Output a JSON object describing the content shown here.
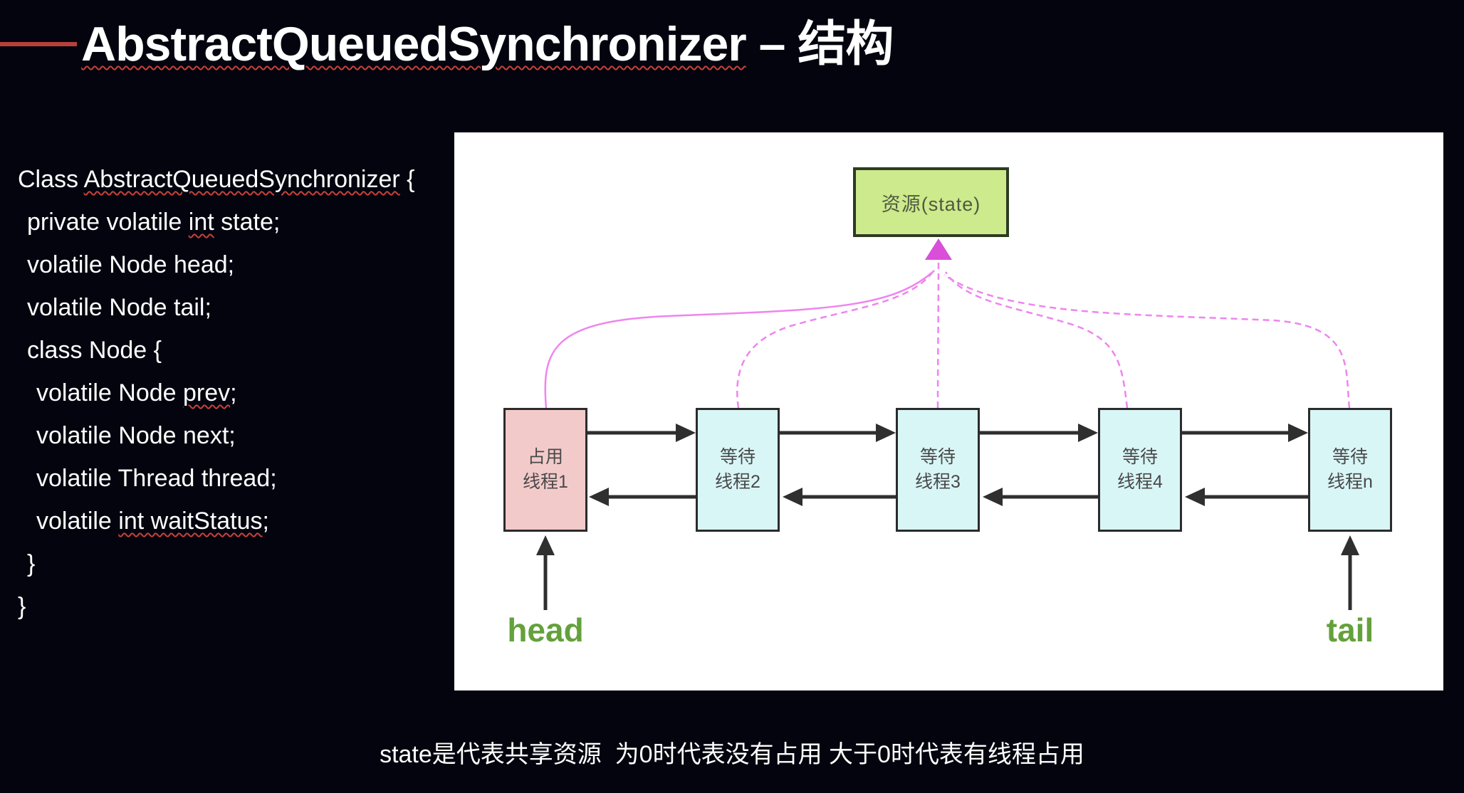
{
  "theme": {
    "background": "#04040f",
    "accent_red": "#b8403a",
    "squiggle_red": "#c84137",
    "panel_bg": "#ffffff",
    "resource_fill": "#cdea8c",
    "occupied_fill": "#f3caca",
    "waiting_fill": "#d9f6f7",
    "node_border": "#2b2b2b",
    "node_text": "#494949",
    "connector_black": "#2f2f2f",
    "link_pink": "#ee85ee",
    "link_arrow": "#d94fd9",
    "head_tail_green": "#64a13c"
  },
  "title": {
    "main": "AbstractQueuedSynchronizer",
    "suffix": " – 结构"
  },
  "code": {
    "lines": [
      {
        "pre": "Class ",
        "wavy": "AbstractQueuedSynchronizer",
        "post": " {"
      },
      {
        "pre": "private volatile ",
        "wavy": "int",
        "post": " state;"
      },
      {
        "pre": "volatile Node head;"
      },
      {
        "pre": "volatile Node tail;"
      },
      {
        "pre": "class Node {"
      },
      {
        "pre": "volatile Node ",
        "wavy": "prev",
        "post": ";"
      },
      {
        "pre": "volatile Node next;"
      },
      {
        "pre": "volatile Thread thread;"
      },
      {
        "pre": "volatile ",
        "wavy": "int waitStatus",
        "post": ";"
      },
      {
        "pre": "}"
      },
      {
        "pre": "}"
      }
    ]
  },
  "diagram": {
    "resource_label": "资源(state)",
    "nodes": [
      {
        "label": "占用\n线程1",
        "type": "occupied"
      },
      {
        "label": "等待\n线程2",
        "type": "waiting"
      },
      {
        "label": "等待\n线程3",
        "type": "waiting"
      },
      {
        "label": "等待\n线程4",
        "type": "waiting"
      },
      {
        "label": "等待\n线程n",
        "type": "waiting"
      }
    ],
    "head_label": "head",
    "tail_label": "tail"
  },
  "caption": "state是代表共享资源  为0时代表没有占用 大于0时代表有线程占用"
}
